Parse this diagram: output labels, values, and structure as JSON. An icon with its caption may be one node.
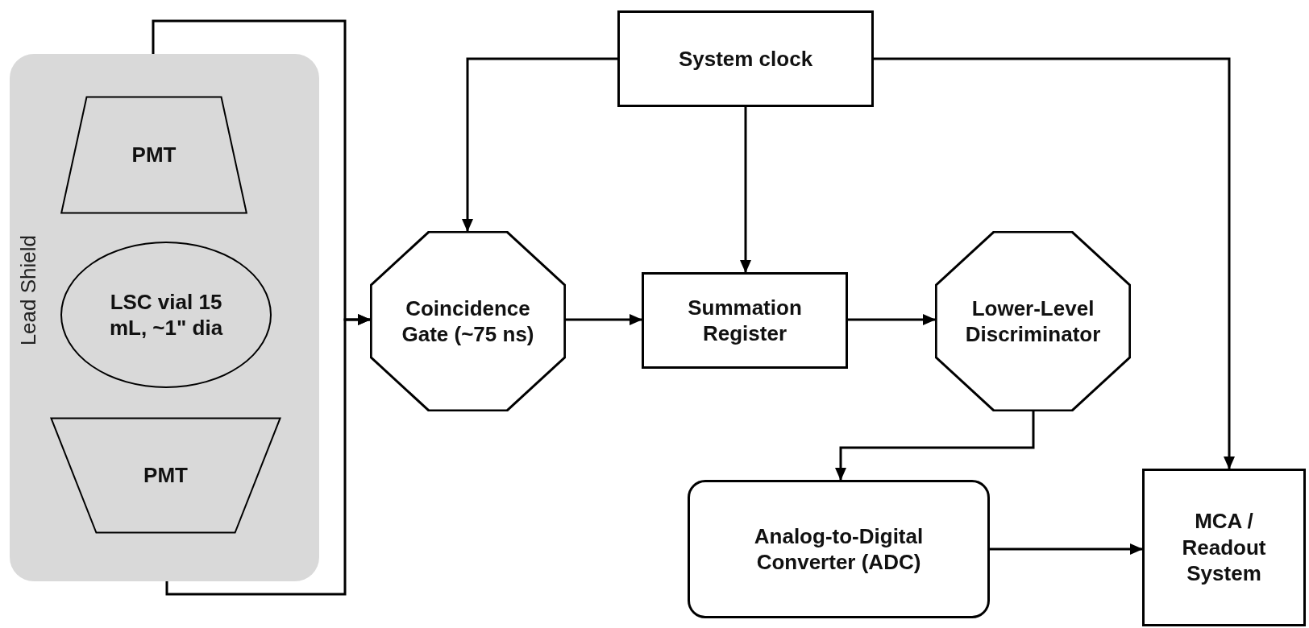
{
  "diagram": {
    "nodes": [
      {
        "text": [
          "Lead Shield"
        ]
      },
      {
        "text": [
          "PMT"
        ],
        "in": 0
      },
      {
        "text": [
          "LSC vial 15 mL, ~1\" dia"
        ],
        "in": 0
      },
      {
        "text": [
          "PMT"
        ],
        "in": 0
      },
      {
        "text": [
          "System clock"
        ]
      },
      {
        "text": [
          "Coincidence Gate (~75 ns)"
        ]
      },
      {
        "text": [
          "Summation Register"
        ]
      },
      {
        "text": [
          "Lower-Level Discriminator"
        ]
      },
      {
        "text": [
          "Analog-to-Digital Converter (ADC)"
        ]
      },
      {
        "text": [
          "MCA / Readout System"
        ]
      }
    ],
    "edges": [
      {
        "from": 1,
        "to": 5,
        "arrow": "to"
      },
      {
        "from": 3,
        "to": 5,
        "arrow": "to"
      },
      {
        "from": 4,
        "to": 5,
        "arrow": "to"
      },
      {
        "from": 4,
        "to": 6,
        "arrow": "to"
      },
      {
        "from": 4,
        "to": 9,
        "arrow": "to"
      },
      {
        "from": 5,
        "to": 6,
        "arrow": "to"
      },
      {
        "from": 6,
        "to": 7,
        "arrow": "to"
      },
      {
        "from": 7,
        "to": 8,
        "arrow": "to"
      },
      {
        "from": 8,
        "to": 9,
        "arrow": "to"
      }
    ]
  }
}
